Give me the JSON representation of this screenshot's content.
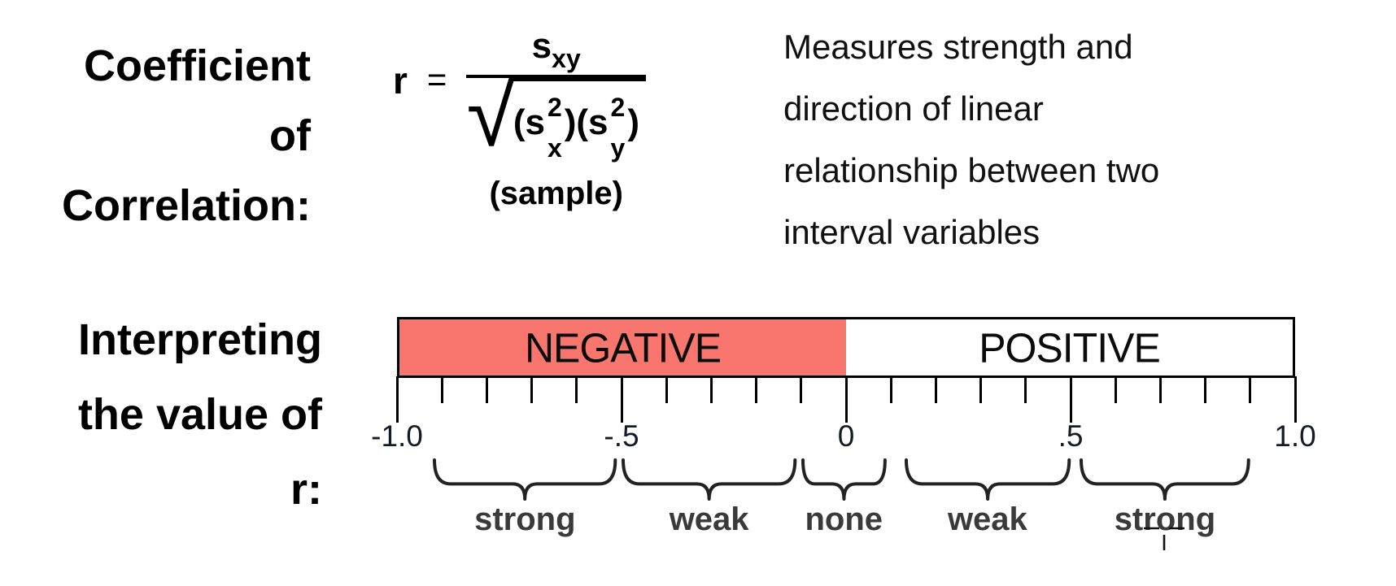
{
  "title_left": {
    "lines": [
      "Coefficient",
      "of",
      "Correlation:"
    ]
  },
  "formula": {
    "lhs": "r",
    "equals": "=",
    "num_base": "s",
    "num_sub": "xy",
    "radical": "√",
    "d_open": "(s",
    "d_sup1": "2",
    "d_sub1": "x",
    "d_mid": ")(s",
    "d_sup2": "2",
    "d_sub2": "y",
    "d_close": ")",
    "caption": "(sample)"
  },
  "description": {
    "lines": [
      "Measures strength and",
      "direction of linear",
      "relationship between two",
      "interval variables"
    ]
  },
  "title_interpret": {
    "lines": [
      "Interpreting",
      "the value of",
      "r:"
    ]
  },
  "scale": {
    "negative_label": "NEGATIVE",
    "positive_label": "POSITIVE",
    "negative_color": "#F8766D",
    "min": -1,
    "max": 1,
    "minor_step": 0.1,
    "major_step": 0.5,
    "tick_labels": [
      {
        "value": -1,
        "label": "-1.0"
      },
      {
        "value": -0.5,
        "label": "-.5"
      },
      {
        "value": 0,
        "label": "0"
      },
      {
        "value": 0.5,
        "label": ".5"
      },
      {
        "value": 1,
        "label": "1.0"
      }
    ]
  },
  "braces": [
    {
      "label": "strong",
      "from": -0.92,
      "to": -0.51
    },
    {
      "label": "weak",
      "from": -0.5,
      "to": -0.11
    },
    {
      "label": "none",
      "from": -0.1,
      "to": 0.09
    },
    {
      "label": "weak",
      "from": 0.13,
      "to": 0.5
    },
    {
      "label": "strong",
      "from": 0.52,
      "to": 0.9
    }
  ]
}
